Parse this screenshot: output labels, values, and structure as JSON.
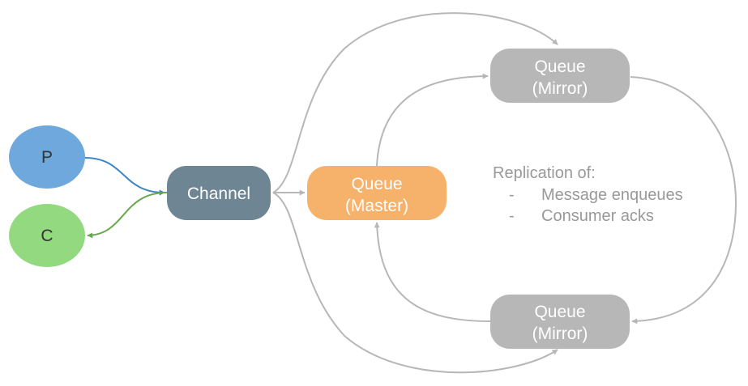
{
  "nodes": {
    "producer": {
      "label": "P"
    },
    "consumer": {
      "label": "C"
    },
    "channel": {
      "label": "Channel"
    },
    "master": {
      "line1": "Queue",
      "line2": "(Master)"
    },
    "mirror_top": {
      "line1": "Queue",
      "line2": "(Mirror)"
    },
    "mirror_bottom": {
      "line1": "Queue",
      "line2": "(Mirror)"
    }
  },
  "note": {
    "title": "Replication of:",
    "items": [
      {
        "bullet": "-",
        "text": "Message enqueues"
      },
      {
        "bullet": "-",
        "text": "Consumer acks"
      }
    ]
  },
  "colors": {
    "producer": "#6fa8dc",
    "consumer": "#93d97f",
    "channel": "#6e8593",
    "master": "#f6b26b",
    "mirror": "#b7b7b7",
    "text_dark": "#333333",
    "text_light": "#ffffff",
    "note_text": "#999999",
    "edge_gray": "#b7b7b7",
    "edge_blue": "#3d85c6",
    "edge_green": "#6aa84f"
  }
}
